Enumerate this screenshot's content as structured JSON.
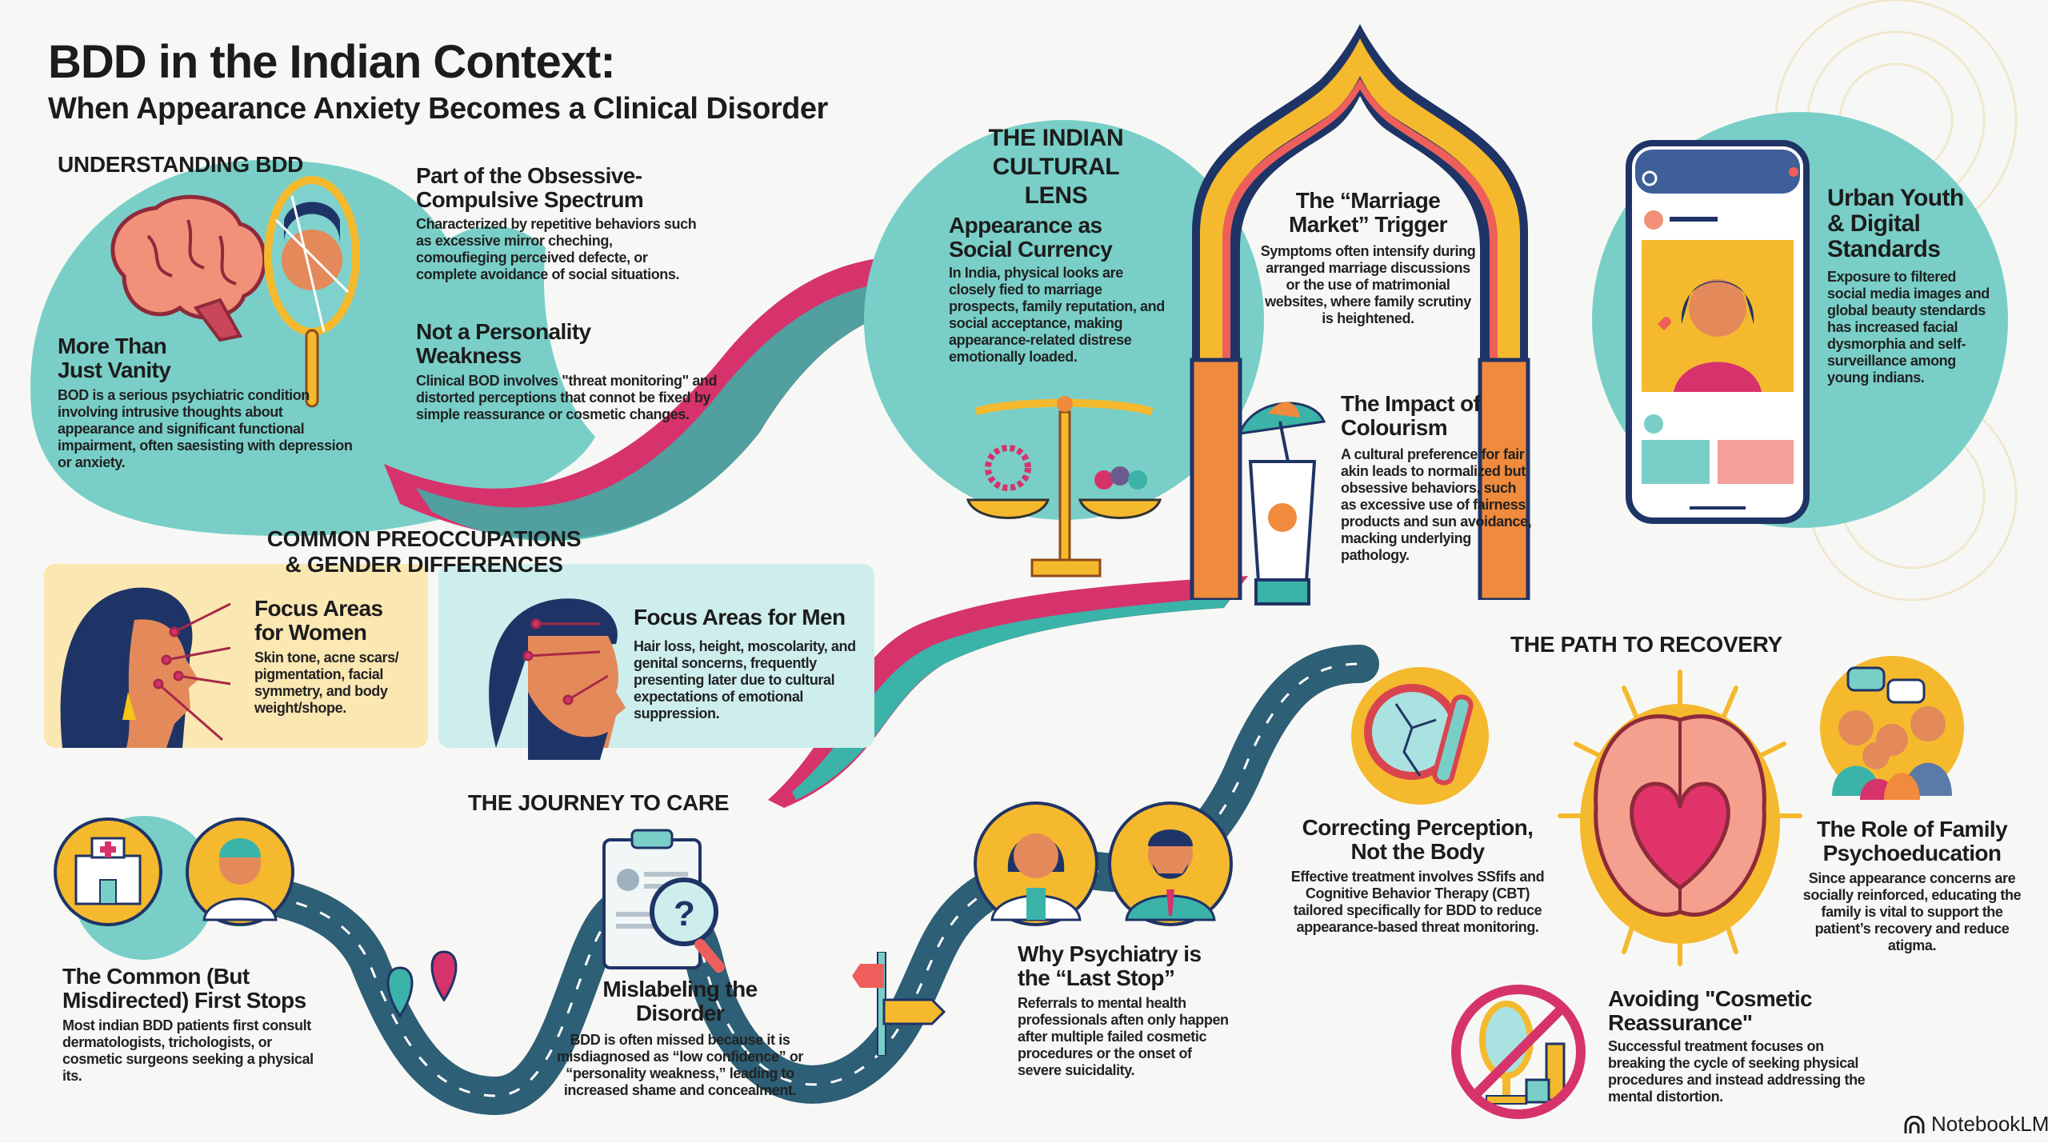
{
  "title": {
    "main": "BDD in the Indian Context:",
    "subtitle": "When Appearance Anxiety Becomes a Clinical Disorder"
  },
  "understanding": {
    "heading": "UNDERSTANDING BDD",
    "vanity": {
      "title_l1": "More Than",
      "title_l2": "Just Vanity",
      "body": "BOD is a serious psychiatric condition involving intrusive thoughts about appearance and significant functional impairment, often saesisting with depression or anxiety."
    },
    "spectrum": {
      "title_l1": "Part of the Obsessive-",
      "title_l2": "Compulsive Spectrum",
      "body": "Characterized by repetitive behaviors such as excessive mirror cheching, comoufieging perceived defecte, or complete avoidance of social situations."
    },
    "weakness": {
      "title_l1": "Not a Personality",
      "title_l2": "Weakness",
      "body": "Clinical BOD involves \"threat monitoring\" and distorted perceptions that connot be fixed by simple reassurance or cosmetic changes."
    }
  },
  "preoccupations": {
    "heading_l1": "COMMON PREOCCUPATIONS",
    "heading_l2": "& GENDER DIFFERENCES",
    "women": {
      "title_l1": "Focus Areas",
      "title_l2": "for Women",
      "body": "Skin tone, acne scars/ pigmentation, facial symmetry, and body weight/shope."
    },
    "men": {
      "title": "Focus Areas for Men",
      "body": "Hair loss, height, moscolarity, and genital soncerns, frequently presenting later due to cultural expectations of emotional suppression."
    }
  },
  "cultural": {
    "heading_l1": "THE INDIAN",
    "heading_l2": "CULTURAL LENS",
    "currency": {
      "title_l1": "Appearance as",
      "title_l2": "Social Currency",
      "body": "In India, physical looks are closely fied to marriage prospects, family reputation, and social acceptance, making appearance-related distrese emotionally loaded."
    },
    "marriage": {
      "title_l1": "The “Marriage",
      "title_l2": "Market” Trigger",
      "body": "Symptoms often intensify during arranged marriage discussions or the use of matrimonial websites, where family scrutiny is heightened."
    },
    "colourism": {
      "title_l1": "The Impact of",
      "title_l2": "Colourism",
      "body": "A cultural preference for fair akin leads to normalized but obsessive behaviors, such as excessive use of fairness products and sun avoidance, macking underlying pathology."
    },
    "urban": {
      "title_l1": "Urban Youth",
      "title_l2": "& Digital",
      "title_l3": "Standards",
      "body": "Exposure to filtered social media images and global beauty stendards has increased facial dysmorphia and self-surveillance among young indians."
    }
  },
  "journey": {
    "heading": "THE JOURNEY TO CARE",
    "first_stops": {
      "title_l1": "The Common (But",
      "title_l2": "Misdirected) First Stops",
      "body": "Most indian BDD patients first consult dermatologists, trichologists, or cosmetic surgeons seeking a physical its."
    },
    "mislabel": {
      "title_l1": "Mislabeling the",
      "title_l2": "Disorder",
      "body": "BDD is often missed because it is misdiagnosed as “low confidence” or “personality weakness,” leading to increased shame and concealment."
    },
    "last_stop": {
      "title_l1": "Why Psychiatry is",
      "title_l2": "the “Last Stop”",
      "body": "Referrals to mental health professionals aften only happen after multiple failed cosmetic procedures or the onset of severe suicidality."
    }
  },
  "recovery": {
    "heading": "THE PATH TO RECOVERY",
    "perception": {
      "title_l1": "Correcting Perception,",
      "title_l2": "Not the Body",
      "body": "Effective treatment involves SSfifs and Cognitive Behavior Therapy (CBT) tailored specifically for BDD to reduce appearance-based threat monitoring."
    },
    "family": {
      "title_l1": "The Role of Family",
      "title_l2": "Psychoeducation",
      "body": "Since appearance concerns are socially reinforced, educating the family is vital to support the patient’s recovery and reduce atigma."
    },
    "cosmetic": {
      "title_l1": "Avoiding \"Cosmetic",
      "title_l2": "Reassurance\"",
      "body": "Successful treatment focuses on breaking the cycle of seeking physical procedures and instead addressing the mental distortion."
    }
  },
  "footer": {
    "brand": "NotebookLM"
  },
  "colors": {
    "teal": "#79cfc8",
    "navy": "#1f3466",
    "yellow": "#f5b92e",
    "pink": "#d6336c",
    "orange": "#f08a3c",
    "coral": "#ee5f5b",
    "skin": "#e48a5a",
    "cream": "#fbe7b2",
    "lightblue": "#c9ecec",
    "road": "#2d5f76"
  }
}
